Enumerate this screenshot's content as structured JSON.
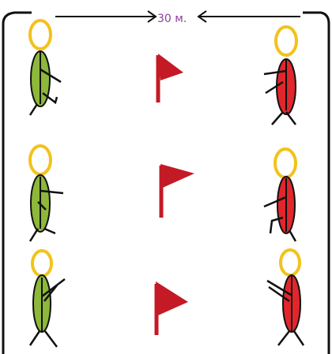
{
  "distance": {
    "label": "30 м."
  },
  "colors": {
    "team_left": "#8db83a",
    "team_right": "#e1262c",
    "head": "#f3c21a",
    "flag": "#c41a26",
    "label": "#8e3f9c",
    "ink": "#111111"
  },
  "lanes": [
    {
      "left_player": "green-player",
      "flag": "red-flag",
      "right_player": "red-player"
    },
    {
      "left_player": "green-player",
      "flag": "red-flag",
      "right_player": "red-player"
    },
    {
      "left_player": "green-player",
      "flag": "red-flag",
      "right_player": "red-player"
    }
  ]
}
